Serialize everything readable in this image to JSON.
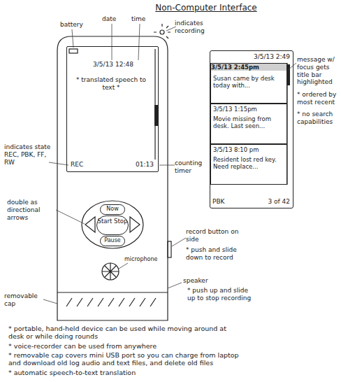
{
  "diagram": {
    "title": "Non-Computer Interface",
    "nodes": [
      {
        "text": [
          "3/5/13 12:48",
          "* translated speech to text *",
          "REC",
          "01:13"
        ]
      },
      {
        "text": [
          "Now"
        ]
      },
      {
        "text": [
          "Start Stop"
        ]
      },
      {
        "text": [
          "Pause"
        ]
      },
      {
        "text": [
          "3/5/13 2:49",
          "PBK",
          "3 of 42"
        ]
      },
      {
        "text": [
          "3/5/13 2:45pm",
          "Susan came by desk today with..."
        ],
        "in": 4
      },
      {
        "text": [
          "3/5/13 1:15pm",
          "Movie missing from desk. Last seen..."
        ],
        "in": 4
      },
      {
        "text": [
          "3/5/13 8:10 pm",
          "Resident lost red key. Need replace..."
        ],
        "in": 4
      }
    ],
    "edges": [],
    "labels": [
      "battery",
      "date",
      "time",
      "indicates recording",
      "indicates state REC, PBK, FF, RW",
      "counting timer",
      "double as directional arrows",
      "microphone",
      "record button on side",
      "* push and slide down to record",
      "speaker",
      "* push up and slide up to stop recording",
      "removable cap",
      "message w/ focus gets title bar highlighted",
      "* ordered by most recent",
      "* no search capabilities",
      "* portable, hand-held device can be used while moving around at desk or while doing rounds",
      "* voice-recorder can be used from anywhere",
      "* removable cap covers mini USB port so you can charge from laptop and download old log audio and text files, and delete old files",
      "* automatic speech-to-text translation"
    ]
  }
}
